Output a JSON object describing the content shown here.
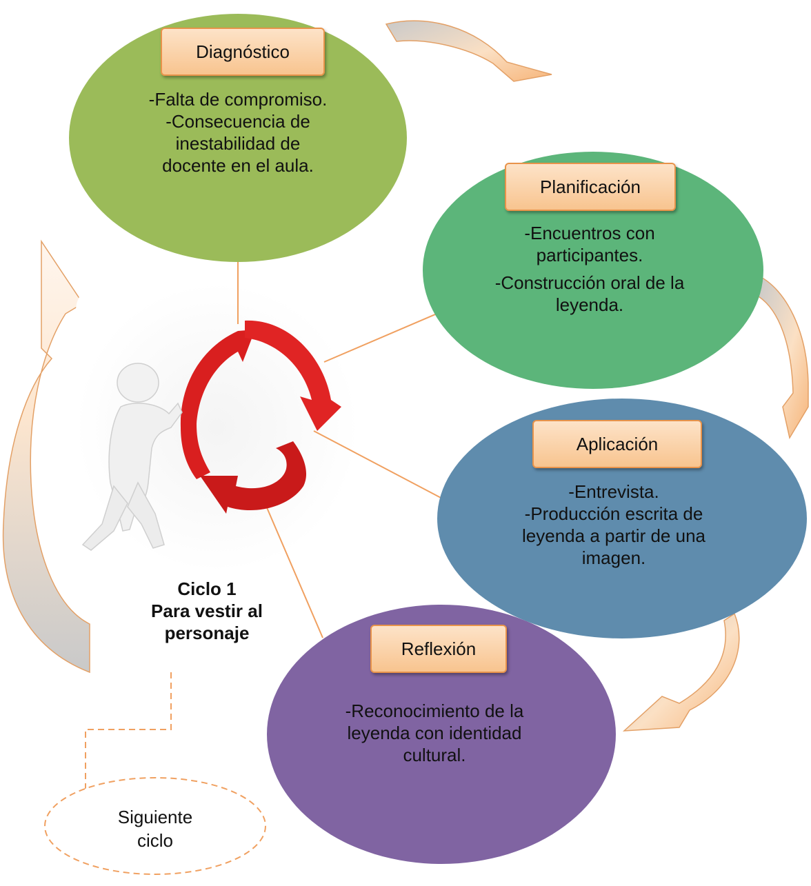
{
  "stages": [
    {
      "id": "diagnostico",
      "title": "Diagnóstico",
      "color": "#9bbb59",
      "items": [
        "-Falta de compromiso.",
        "-Consecuencia de",
        "inestabilidad de",
        "docente en el aula."
      ]
    },
    {
      "id": "planificacion",
      "title": "Planificación",
      "color": "#5cb57a",
      "items": [
        "-Encuentros con",
        "participantes.",
        "-Construcción oral de la",
        "leyenda."
      ]
    },
    {
      "id": "aplicacion",
      "title": "Aplicación",
      "color": "#5f8cad",
      "items": [
        "-Entrevista.",
        "-Producción escrita de",
        "leyenda a partir de una",
        "imagen."
      ]
    },
    {
      "id": "reflexion",
      "title": "Reflexión",
      "color": "#8064a2",
      "items": [
        "-Reconocimiento de la",
        "leyenda  con identidad",
        "cultural."
      ]
    }
  ],
  "cycle": {
    "line1": "Ciclo 1",
    "line2": "Para vestir al",
    "line3": "personaje"
  },
  "next_cycle": {
    "line1": "Siguiente",
    "line2": "ciclo"
  },
  "colors": {
    "label_border": "#e8934a",
    "label_fill": "#f8c48f",
    "connector": "#f0a060",
    "cycle_arrow": "#d91f1f",
    "flow_arrow": "#f8cfa0"
  }
}
